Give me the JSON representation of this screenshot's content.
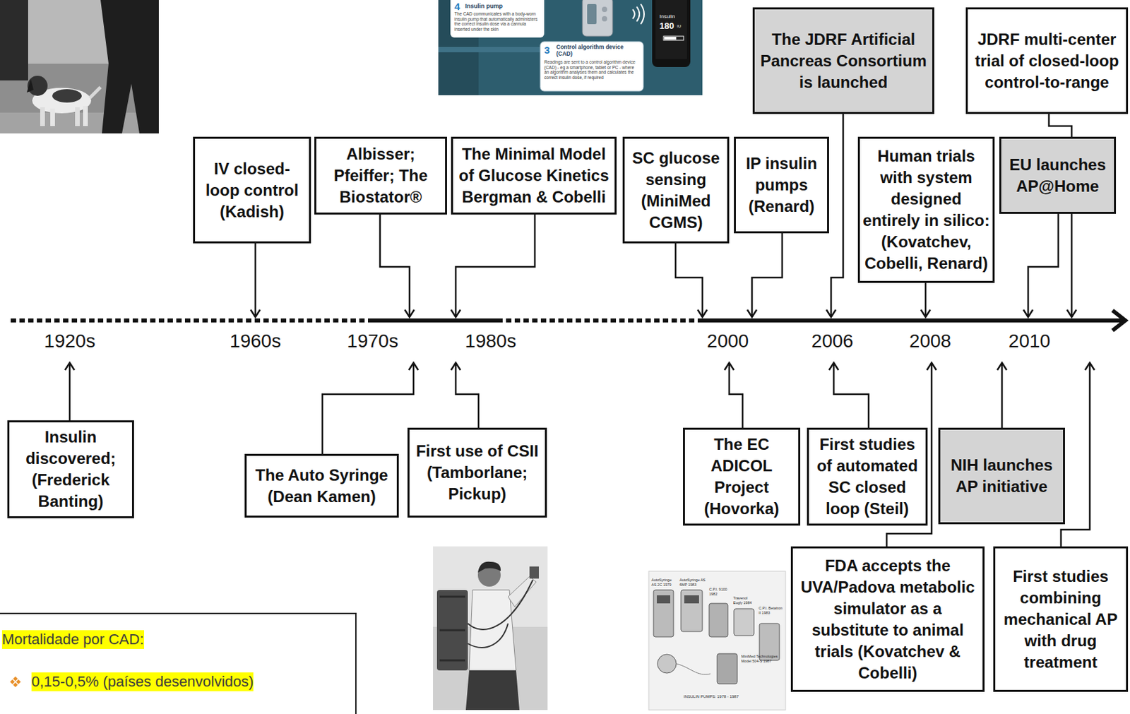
{
  "diagram": {
    "nodes": [
      {
        "text": [
          "The JDRF Artificial Pancreas Consortium is launched"
        ]
      },
      {
        "text": [
          "JDRF multi-center trial of closed-loop control-to-range"
        ]
      },
      {
        "text": [
          "IV closed-loop control (Kadish)"
        ]
      },
      {
        "text": [
          "Albisser; Pfeiffer; The Biostator®"
        ]
      },
      {
        "text": [
          "The Minimal Model of Glucose Kinetics Bergman & Cobelli"
        ]
      },
      {
        "text": [
          "SC glucose sensing (MiniMed CGMS)"
        ]
      },
      {
        "text": [
          "IP insulin pumps (Renard)"
        ]
      },
      {
        "text": [
          "Human trials with system designed entirely in silico: (Kovatchev, Cobelli, Renard)"
        ]
      },
      {
        "text": [
          "EU launches AP@Home"
        ]
      },
      {
        "text": [
          "Insulin discovered; (Frederick Banting)"
        ]
      },
      {
        "text": [
          "The Auto Syringe (Dean Kamen)"
        ]
      },
      {
        "text": [
          "First use of CSII (Tamborlane; Pickup)"
        ]
      },
      {
        "text": [
          "The EC ADICOL Project (Hovorka)"
        ]
      },
      {
        "text": [
          "First studies of automated SC closed loop (Steil)"
        ]
      },
      {
        "text": [
          "NIH launches AP initiative"
        ]
      },
      {
        "text": [
          "FDA accepts the UVA/Padova metabolic simulator as a substitute to animal trials (Kovatchev & Cobelli)"
        ]
      },
      {
        "text": [
          "First studies combining mechanical AP with drug treatment"
        ]
      },
      {
        "text": [
          "Mortalidade por CAD:",
          "0,15-0,5% (países desenvolvidos)"
        ]
      }
    ],
    "labels": [
      "4",
      "Insulin pump",
      "The CAD communicates with a body-worn insulin pump that automatically administers the correct insulin dose via a cannula inserted under the skin",
      "3",
      "Control algorithm device (CAD)",
      "Readings are sent to a control algorithm device (CAD) - eg a smartphone, tablet or PC - where an algorithm analyses them and calculates the correct insulin dose, if required",
      "Insulin",
      "180",
      "IU",
      "1920s",
      "1960s",
      "1970s",
      "1980s",
      "2000",
      "2006",
      "2008",
      "2010",
      "AutoSyringe AS 2C 1979",
      "AutoSyringe AS 6MP 1983",
      "C.P.I. 9100 1982",
      "Travenol Eugly 1984",
      "C.P.I. Betatron II 1983",
      "MiniMed Technologies Model 504-S 1987",
      "INSULIN PUMPS: 1978 - 1987"
    ]
  }
}
